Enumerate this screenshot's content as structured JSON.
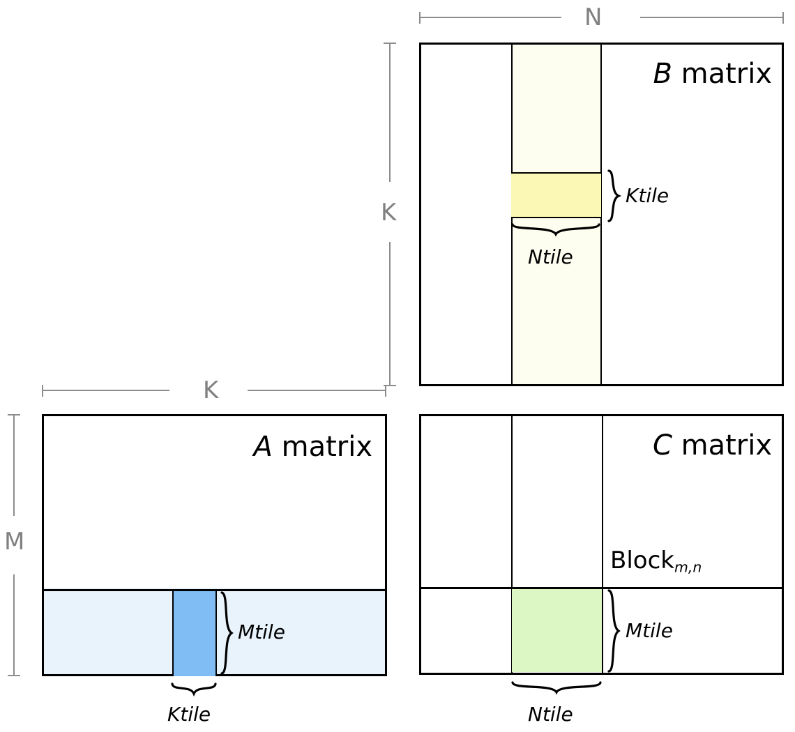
{
  "diagram": {
    "title_hidden": "",
    "colors": {
      "b_column_strip": "#fdfdf0",
      "b_tile": "#faf8b4",
      "a_row_strip": "#e9f3fc",
      "a_tile": "#80bdf5",
      "c_tile": "#ddf7c4",
      "outline": "#000000",
      "dimension_line": "#8c8c8c"
    },
    "matrices": [
      {
        "key": "b",
        "label_italic": "B",
        "label_rest": " matrix",
        "dim_top": "N",
        "dim_side": "K",
        "tiles": [
          {
            "key": "b_ktile",
            "label": "Ktile",
            "brace": "right"
          },
          {
            "key": "b_ntile",
            "label": "Ntile",
            "brace": "down"
          }
        ]
      },
      {
        "key": "a",
        "label_italic": "A",
        "label_rest": " matrix",
        "dim_top": "K",
        "dim_side": "M",
        "tiles": [
          {
            "key": "a_mtile",
            "label": "Mtile",
            "brace": "right"
          },
          {
            "key": "a_ktile",
            "label": "Ktile",
            "brace": "down"
          }
        ]
      },
      {
        "key": "c",
        "label_italic": "C",
        "label_rest": " matrix",
        "dim_top": "",
        "dim_side": "",
        "block_text": "Block",
        "block_sub": "m,n",
        "tiles": [
          {
            "key": "c_mtile",
            "label": "Mtile",
            "brace": "right"
          },
          {
            "key": "c_ntile",
            "label": "Ntile",
            "brace": "down"
          }
        ]
      }
    ],
    "labels": {
      "b_matrix_italic": "B",
      "b_matrix_rest": " matrix",
      "a_matrix_italic": "A",
      "a_matrix_rest": " matrix",
      "c_matrix_italic": "C",
      "c_matrix_rest": " matrix",
      "block": "Block",
      "block_sub": "m,n",
      "dim_n": "N",
      "dim_k_vertical": "K",
      "dim_k_horizontal": "K",
      "dim_m": "M",
      "b_ktile": "Ktile",
      "b_ntile": "Ntile",
      "a_mtile": "Mtile",
      "a_ktile": "Ktile",
      "c_mtile": "Mtile",
      "c_ntile": "Ntile"
    }
  }
}
